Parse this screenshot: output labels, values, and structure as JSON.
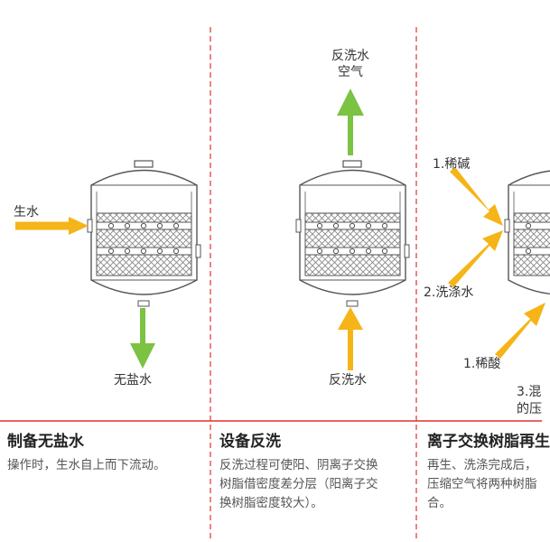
{
  "colors": {
    "divider": "#e0322e",
    "arrow_yellow": "#f5b417",
    "arrow_green": "#7cc243",
    "tank_stroke": "#555555",
    "mesh": "#999999"
  },
  "icons": [
    "tank-icon",
    "arrow-icon"
  ],
  "panels": [
    {
      "title": "制备无盐水",
      "desc_lines": [
        "操作时，生水自上而下流动。"
      ],
      "labels": {
        "in": "生水",
        "out": "无盐水"
      }
    },
    {
      "title": "设备反洗",
      "desc_lines": [
        "反洗过程可使阳、阴离子交换",
        "树脂借密度差分层（阳离子交",
        "换树脂密度较大）。"
      ],
      "labels": {
        "top_line1": "反洗水",
        "top_line2": "空气",
        "bottom": "反洗水"
      }
    },
    {
      "title": "离子交换树脂再生",
      "desc_lines": [
        "再生、洗涤完成后，",
        "压缩空气将两种树脂",
        "合。"
      ],
      "labels": {
        "alkali": "1.稀碱",
        "wash": "2.洗涤水",
        "acid": "1.稀酸",
        "mix_line1": "3.混",
        "mix_line2": "的压"
      }
    }
  ]
}
